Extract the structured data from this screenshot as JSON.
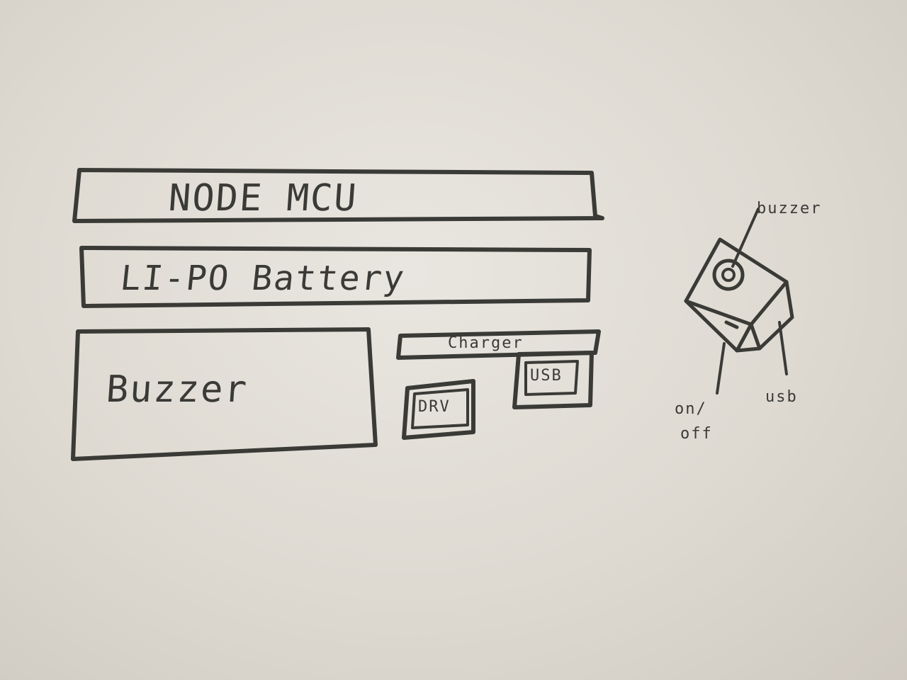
{
  "diagram": {
    "labels": {
      "node_mcu": "NODE MCU",
      "battery": "LI-PO Battery",
      "buzzer_box": "Buzzer",
      "charger": "Charger",
      "usb_box": "USB",
      "drv": "DRV",
      "iso_buzzer": "buzzer",
      "iso_on": "on/",
      "iso_off": "off",
      "iso_usb": "usb"
    },
    "colors": {
      "ink": "#3a3a36",
      "paper": "#e4e1da"
    }
  }
}
